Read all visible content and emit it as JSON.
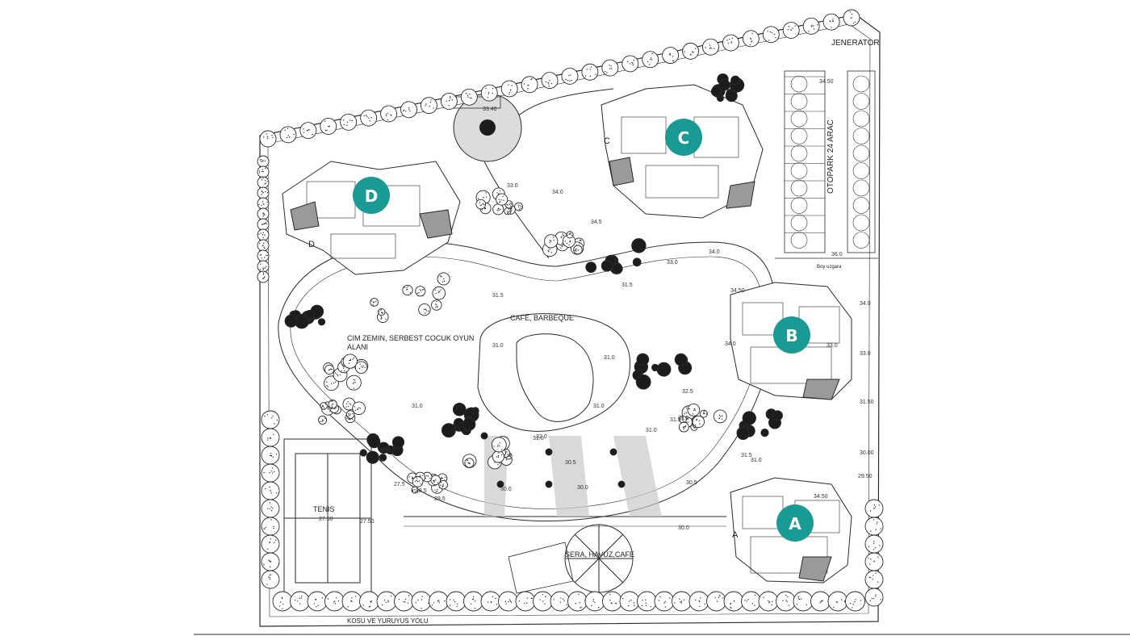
{
  "colors": {
    "badge": "#1a9a94",
    "line": "#2a2a2a",
    "paving": "#c9c9c9",
    "tree_dark": "#1c1c1c",
    "tree_light": "#ffffff"
  },
  "badges": [
    {
      "letter": "A"
    },
    {
      "letter": "B"
    },
    {
      "letter": "C"
    },
    {
      "letter": "D"
    }
  ],
  "labels": {
    "generator": "JENERATOR",
    "parking": "OTOPARK 24 ARAC",
    "cafe": "CAFE, BARBEQUE",
    "lawn_line1": "CIM ZEMIN, SERBEST COCUK OYUN",
    "lawn_line2": "ALANI",
    "tennis": "TENIS",
    "greenhouse": "SERA, HAVUZ,CAFE",
    "path": "KOSU VE YURUYUS YOLU",
    "boy": "Boy uzgara",
    "block_a": "A",
    "block_b": "B",
    "block_c": "C",
    "block_d": "D"
  },
  "levels": [
    "33.40",
    "33.0",
    "34.0",
    "34.5",
    "33.0",
    "34.0",
    "31.5",
    "31.5",
    "31.0",
    "31.0",
    "31.0",
    "31.0",
    "31.5",
    "32.5",
    "31.5",
    "31.0",
    "31.5",
    "31.0",
    "31.0",
    "30.5",
    "30.5",
    "30.0",
    "30.0",
    "30.0",
    "30.0",
    "29.5",
    "28.5",
    "27.5",
    "27.50",
    "27.50",
    "34.50",
    "36.0",
    "34.50",
    "34.0",
    "34.0",
    "33.0",
    "31.50",
    "30.00",
    "29.50",
    "33.0",
    "34.50",
    "32.0"
  ]
}
